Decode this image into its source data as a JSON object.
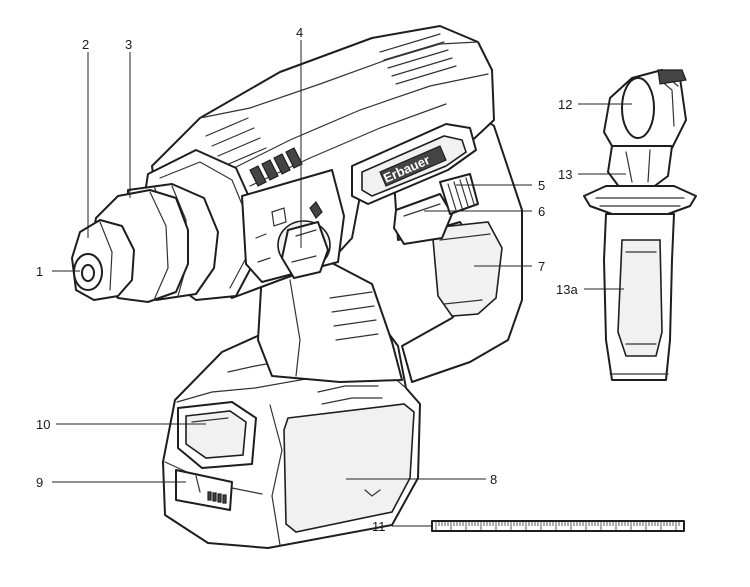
{
  "diagram": {
    "brand_text": "Erbauer",
    "callouts": [
      "1",
      "2",
      "3",
      "4",
      "5",
      "6",
      "7",
      "8",
      "9",
      "10",
      "11",
      "12",
      "13",
      "13a"
    ]
  },
  "colors": {
    "line": "#1e1e1e",
    "fill": "#ffffff",
    "text": "#1a1a1a"
  }
}
